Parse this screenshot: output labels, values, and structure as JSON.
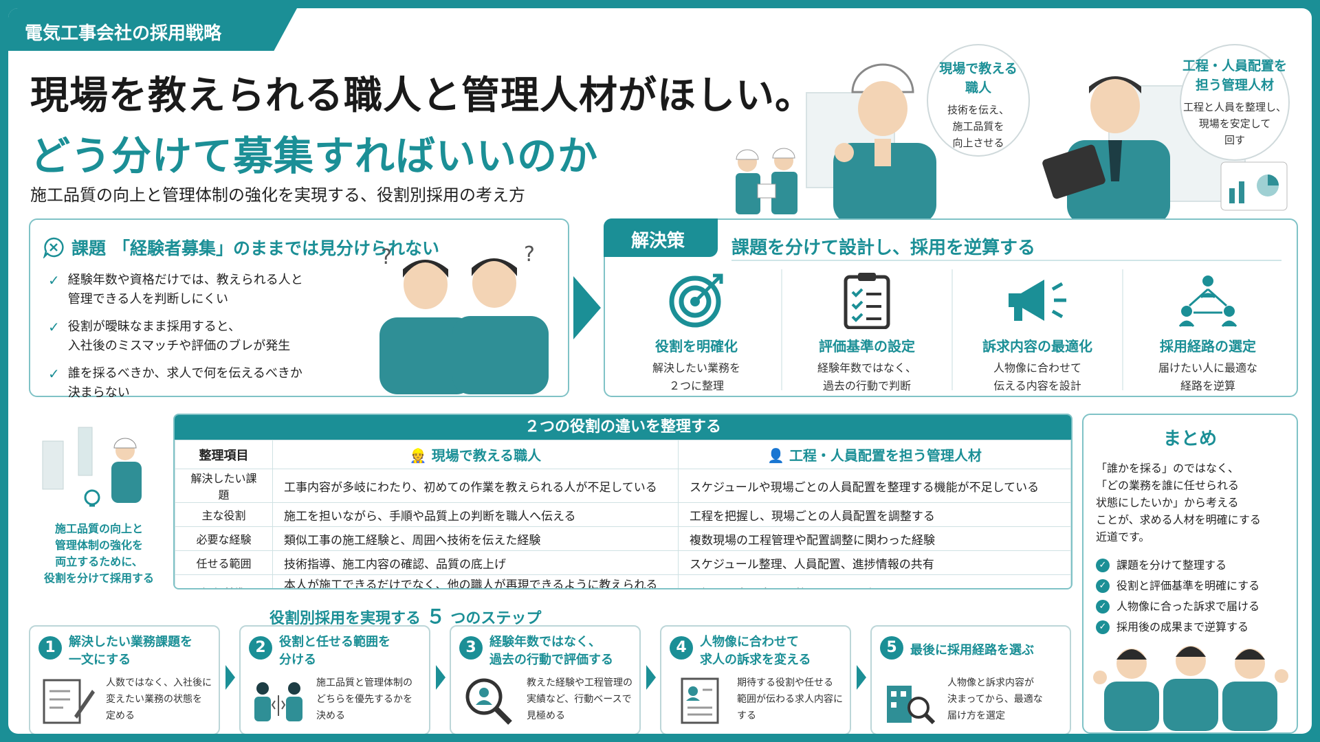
{
  "header": {
    "tag": "電気工事会社の採用戦略",
    "title_line1": "現場を教えられる職人と管理人材がほしい。",
    "title_line2": "どう分けて募集すればいいのか",
    "subtitle": "施工品質の向上と管理体制の強化を実現する、役割別採用の考え方"
  },
  "hero": {
    "bubble1": {
      "title_1": "現場で教える",
      "title_2": "職人",
      "desc_1": "技術を伝え、",
      "desc_2": "施工品質を",
      "desc_3": "向上させる"
    },
    "bubble2": {
      "title_1": "工程・人員配置を",
      "title_2": "担う管理人材",
      "desc_1": "工程と人員を整理し、",
      "desc_2": "現場を安定して",
      "desc_3": "回す"
    }
  },
  "problem": {
    "label": "課題",
    "title": "「経験者募集」のままでは見分けられない",
    "items": [
      {
        "line1": "経験年数や資格だけでは、教えられる人と",
        "line2": "管理できる人を判断しにくい"
      },
      {
        "line1": "役割が曖昧なまま採用すると、",
        "line2": "入社後のミスマッチや評価のブレが発生"
      },
      {
        "line1": "誰を採るべきか、求人で何を伝えるべきか",
        "line2": "決まらない"
      }
    ]
  },
  "solution": {
    "tab": "解決策",
    "title": "課題を分けて設計し、採用を逆算する",
    "items": [
      {
        "title": "役割を明確化",
        "desc1": "解決したい業務を",
        "desc2": "２つに整理"
      },
      {
        "title": "評価基準の設定",
        "desc1": "経験年数ではなく、",
        "desc2": "過去の行動で判断"
      },
      {
        "title": "訴求内容の最適化",
        "desc1": "人物像に合わせて",
        "desc2": "伝える内容を設計"
      },
      {
        "title": "採用経路の選定",
        "desc1": "届けたい人に最適な",
        "desc2": "経路を逆算"
      }
    ]
  },
  "left_note": {
    "l1": "施工品質の向上と",
    "l2": "管理体制の強化を",
    "l3": "両立するために、",
    "l4": "役割を分けて採用する"
  },
  "table": {
    "title": "２つの役割の違いを整理する",
    "headers": [
      "整理項目",
      "現場で教える職人",
      "工程・人員配置を担う管理人材"
    ],
    "rows": [
      [
        "解決したい課題",
        "工事内容が多岐にわたり、初めての作業を教えられる人が不足している",
        "スケジュールや現場ごとの人員配置を整理する機能が不足している"
      ],
      [
        "主な役割",
        "施工を担いながら、手順や品質上の判断を職人へ伝える",
        "工程を把握し、現場ごとの人員配置を調整する"
      ],
      [
        "必要な経験",
        "類似工事の施工経験と、周囲へ技術を伝えた経験",
        "複数現場の工程管理や配置調整に関わった経験"
      ],
      [
        "任せる範囲",
        "技術指導、施工内容の確認、品質の底上げ",
        "スケジュール整理、人員配置、進捗情報の共有"
      ],
      [
        "評価基準",
        "本人が施工できるだけでなく、他の職人が再現できるように教えられるか",
        "現場の予定と人員を整理し、配置上の問題を見えるようにできるか"
      ]
    ]
  },
  "steps": {
    "title_pre": "役割別採用を実現する",
    "title_num": "５",
    "title_post": "つのステップ",
    "items": [
      {
        "num": "1",
        "t1": "解決したい業務課題を",
        "t2": "一文にする",
        "d1": "人数ではなく、入社後に",
        "d2": "変えたい業務の状態を",
        "d3": "定める"
      },
      {
        "num": "2",
        "t1": "役割と任せる範囲を",
        "t2": "分ける",
        "d1": "施工品質と管理体制の",
        "d2": "どちらを優先するかを",
        "d3": "決める"
      },
      {
        "num": "3",
        "t1": "経験年数ではなく、",
        "t2": "過去の行動で評価する",
        "d1": "教えた経験や工程管理の",
        "d2": "実績など、行動ベースで",
        "d3": "見極める"
      },
      {
        "num": "4",
        "t1": "人物像に合わせて",
        "t2": "求人の訴求を変える",
        "d1": "期待する役割や任せる",
        "d2": "範囲が伝わる求人内容に",
        "d3": "する"
      },
      {
        "num": "5",
        "t1": "最後に採用経路を選ぶ",
        "t2": "",
        "d1": "人物像と訴求内容が",
        "d2": "決まってから、最適な",
        "d3": "届け方を選定"
      }
    ]
  },
  "summary": {
    "title": "まとめ",
    "body1": "「誰かを採る」のではなく、",
    "body2": "「どの業務を誰に任せられる",
    "body3": "状態にしたいか」から考える",
    "body4": "ことが、求める人材を明確にする",
    "body5": "近道です。",
    "items": [
      "課題を分けて整理する",
      "役割と評価基準を明確にする",
      "人物像に合った訴求で届ける",
      "採用後の成果まで逆算する"
    ]
  },
  "colors": {
    "accent": "#1b8f96",
    "border": "#7fc2c6",
    "bg": "#ffffff"
  },
  "icons": [
    "target-icon",
    "clipboard-check-icon",
    "megaphone-icon",
    "network-people-icon",
    "pencil-document-icon",
    "two-people-icon",
    "magnifier-person-icon",
    "profile-document-icon",
    "building-search-icon"
  ]
}
